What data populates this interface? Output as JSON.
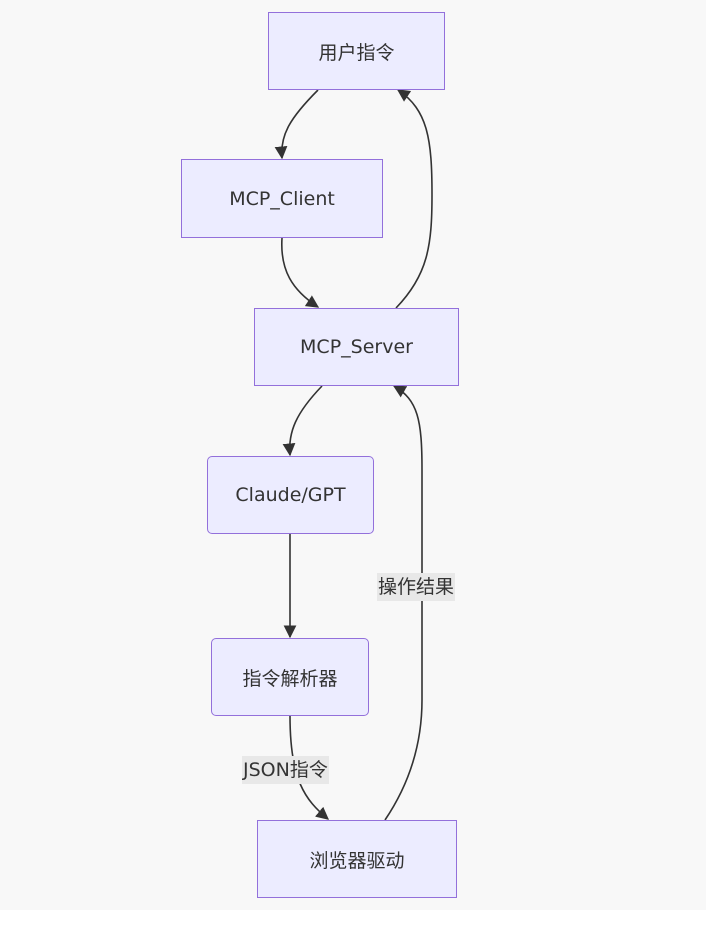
{
  "nodes": {
    "user_command": "用户指令",
    "mcp_client": "MCP_Client",
    "mcp_server": "MCP_Server",
    "llm": "Claude/GPT",
    "parser": "指令解析器",
    "browser_driver": "浏览器驱动"
  },
  "edge_labels": {
    "json_command": "JSON指令",
    "operation_result": "操作结果"
  },
  "colors": {
    "node_fill": "#ececff",
    "node_border": "#9370db",
    "edge": "#333333",
    "label_bg": "#e8e8e8"
  }
}
